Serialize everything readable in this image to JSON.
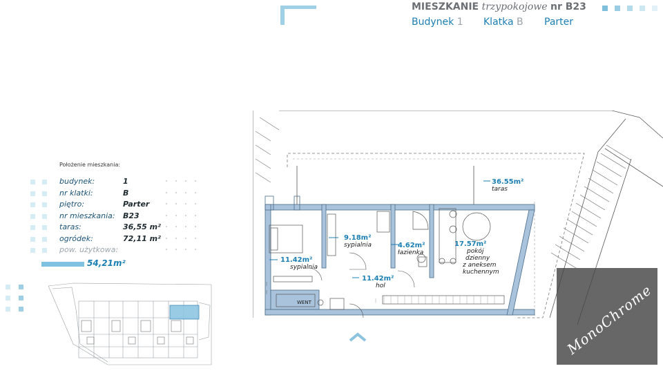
{
  "header": {
    "title_bold": "MIESZKANIE",
    "title_italic": "trzypokojowe",
    "title_suffix": "nr B23",
    "dot_colors": [
      "#7fbfdc",
      "#9acde4",
      "#b4dbec",
      "#cde7f3",
      "#e2f1f8"
    ],
    "building_label": "Budynek",
    "building_value": "1",
    "staircase_label": "Klatka",
    "staircase_value": "B",
    "floor": "Parter"
  },
  "info": {
    "location_label": "Położenie mieszkania:",
    "rows": [
      {
        "label": "budynek:",
        "value": "1"
      },
      {
        "label": "nr klatki:",
        "value": "B"
      },
      {
        "label": "piętro:",
        "value": "Parter"
      },
      {
        "label": "nr mieszkania:",
        "value": "B23"
      },
      {
        "label": "taras:",
        "value": "36,55 m²"
      },
      {
        "label": "ogródek:",
        "value": "72,11 m²"
      },
      {
        "label": "pow. użytkowa:",
        "value": ""
      }
    ],
    "total_area": "54,21m²",
    "square_colors": [
      "#d6ecf5",
      "#b7dcec"
    ]
  },
  "plan": {
    "rooms": [
      {
        "area": "11.42m²",
        "name": "sypialnia"
      },
      {
        "area": "9.18m²",
        "name": "sypialnia"
      },
      {
        "area": "4.62m²",
        "name": "łazienka"
      },
      {
        "area": "17.57m²",
        "name": "pokój dzienny z aneksem kuchennym"
      },
      {
        "area": "11.42m²",
        "name": "hol"
      },
      {
        "area": "36.55m²",
        "name": "taras"
      }
    ],
    "name_line_1": "pokój",
    "name_line_2": "dzienny",
    "name_line_3": "z aneksem",
    "name_line_4": "kuchennym",
    "vent_label": "WENT",
    "wall_color": "#a9c3dc"
  },
  "watermark": {
    "text": "MonoChrome"
  }
}
